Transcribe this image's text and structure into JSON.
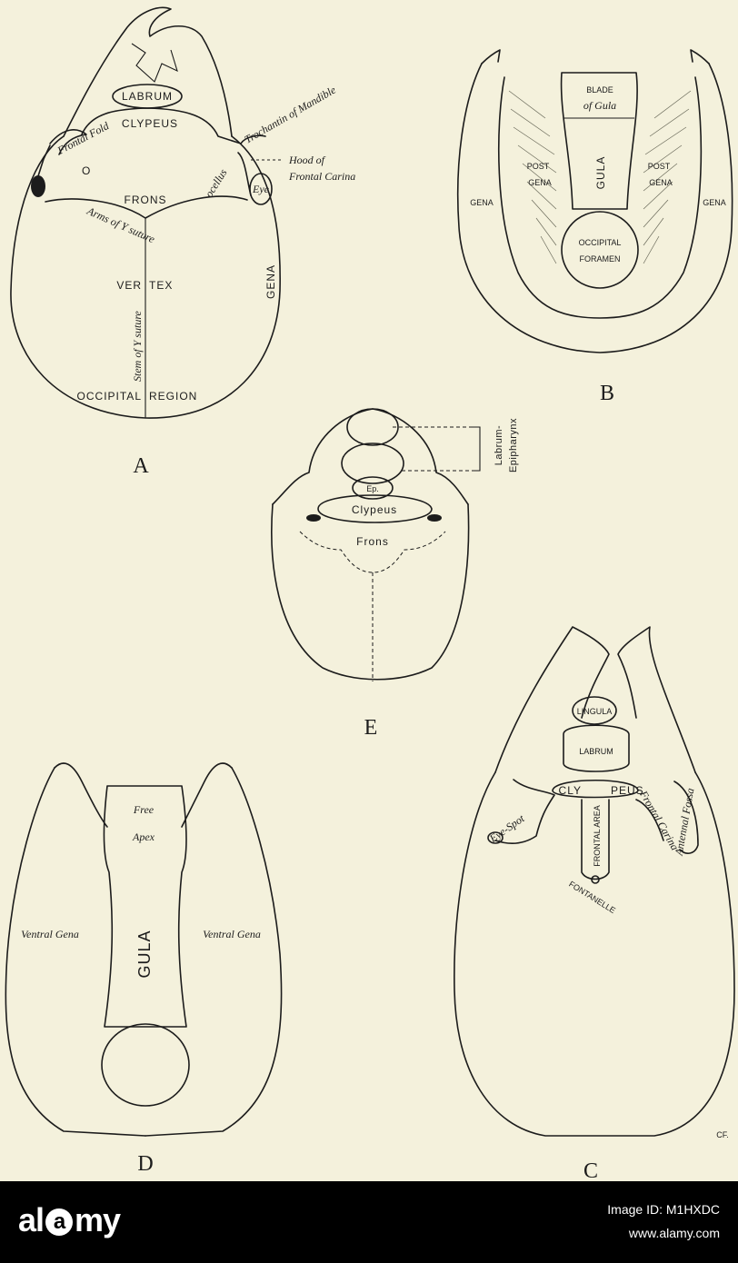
{
  "figA": {
    "letter": "A",
    "labels": {
      "labrum": "LABRUM",
      "clypeus": "CLYPEUS",
      "frontal_fold": "Frontal Fold",
      "frons": "FRONS",
      "ocellus": "ocellus",
      "eye": "Eye",
      "arms": "Arms of Y suture",
      "vertex_left": "VER",
      "vertex_right": "TEX",
      "gena": "GENA",
      "stem": "Stem of Y suture",
      "occipital": "OCCIPITAL",
      "region": "REGION",
      "trochantin": "Trochantin of Mandible",
      "hood1": "Hood of",
      "hood2": "Frontal Carina",
      "o": "O"
    }
  },
  "figB": {
    "letter": "B",
    "labels": {
      "blade1": "BLADE",
      "blade2": "of Gula",
      "gula": "GULA",
      "postgena_l1": "POST",
      "postgena_l2": "GENA",
      "postgena_r1": "POST",
      "postgena_r2": "GENA",
      "gena_l": "GENA",
      "gena_r": "GENA",
      "foramen1": "OCCIPITAL",
      "foramen2": "FORAMEN"
    }
  },
  "figE": {
    "letter": "E",
    "labels": {
      "ep": "Ep.",
      "clypeus": "Clypeus",
      "frons": "Frons",
      "labrum_epi1": "Labrum-",
      "labrum_epi2": "Epipharynx"
    }
  },
  "figD": {
    "letter": "D",
    "labels": {
      "free": "Free",
      "apex": "Apex",
      "gula": "GULA",
      "vgena_l": "Ventral Gena",
      "vgena_r": "Ventral Gena"
    }
  },
  "figC": {
    "letter": "C",
    "labels": {
      "lingula": "LINGULA",
      "labrum": "LABRUM",
      "clypeus_l": "CLY",
      "clypeus_r": "PEUS",
      "frontal_area": "FRONTAL AREA",
      "fontanelle": "FONTANELLE",
      "eyespot": "Eye-Spot",
      "carina": "Frontal Carina",
      "fossa": "Antennal Fossa",
      "mark": "CF."
    }
  },
  "footer": {
    "brand_pre": "al",
    "brand_mid": "a",
    "brand_post": "my",
    "image_id": "Image ID: M1HXDC",
    "url": "www.alamy.com"
  }
}
